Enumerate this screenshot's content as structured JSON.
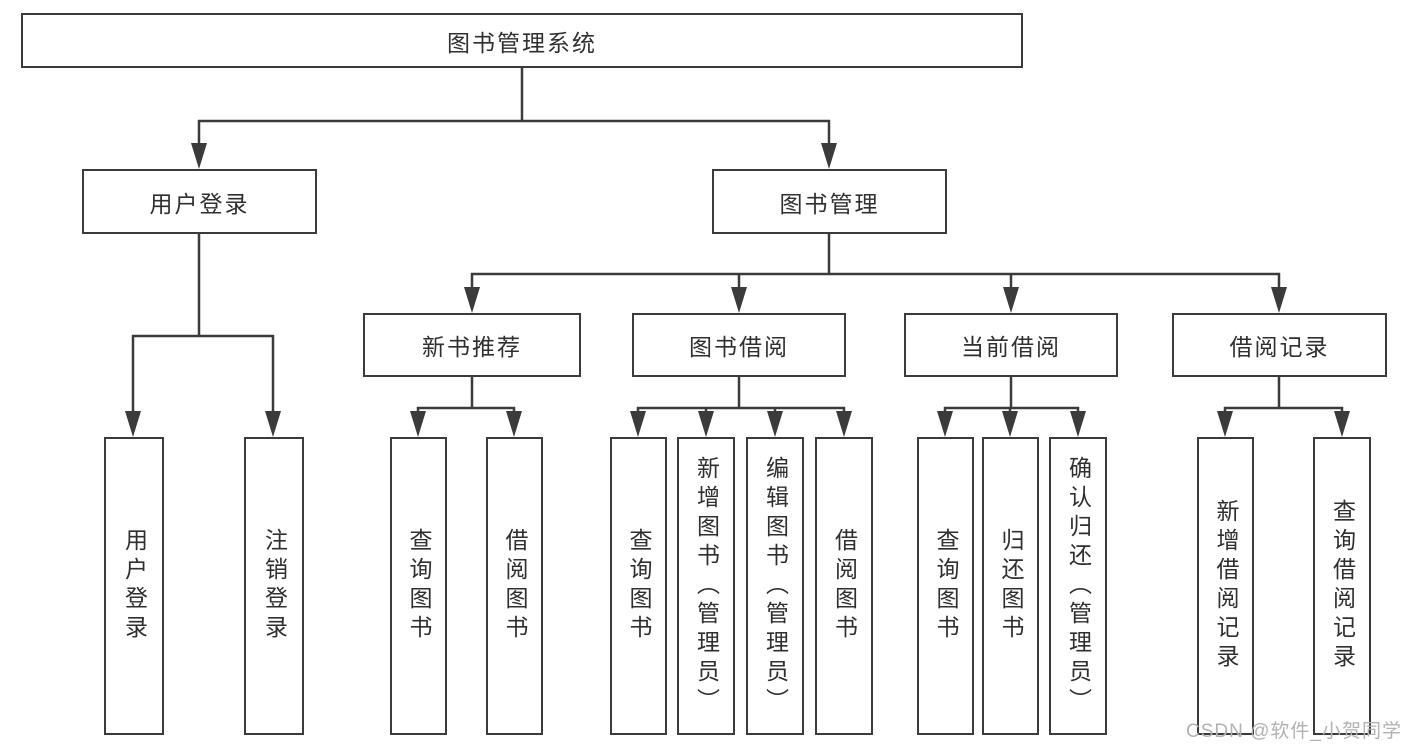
{
  "diagram": {
    "type": "hierarchy-tree",
    "title": "图书管理系统",
    "watermark": "CSDN @软件_小贺同学",
    "colors": {
      "line": "#3b3b3b",
      "box_border": "#3b3b3b",
      "text": "#2f2f2f",
      "watermark": "#b2b2b2",
      "background": "#ffffff"
    },
    "nodes": {
      "root": {
        "label": "图书管理系统"
      },
      "level2": [
        {
          "label": "用户登录",
          "parent": "图书管理系统"
        },
        {
          "label": "图书管理",
          "parent": "图书管理系统"
        }
      ],
      "level3": [
        {
          "label": "新书推荐",
          "parent": "图书管理"
        },
        {
          "label": "图书借阅",
          "parent": "图书管理"
        },
        {
          "label": "当前借阅",
          "parent": "图书管理"
        },
        {
          "label": "借阅记录",
          "parent": "图书管理"
        }
      ],
      "level4": [
        {
          "label": "用户登录",
          "parent": "用户登录"
        },
        {
          "label": "注销登录",
          "parent": "用户登录"
        },
        {
          "label": "查询图书",
          "parent": "新书推荐"
        },
        {
          "label": "借阅图书",
          "parent": "新书推荐"
        },
        {
          "label": "查询图书",
          "parent": "图书借阅"
        },
        {
          "label": "新增图书（管理员）",
          "parent": "图书借阅"
        },
        {
          "label": "编辑图书（管理员）",
          "parent": "图书借阅"
        },
        {
          "label": "借阅图书",
          "parent": "图书借阅"
        },
        {
          "label": "查询图书",
          "parent": "当前借阅"
        },
        {
          "label": "归还图书",
          "parent": "当前借阅"
        },
        {
          "label": "确认归还（管理员）",
          "parent": "当前借阅"
        },
        {
          "label": "新增借阅记录",
          "parent": "借阅记录"
        },
        {
          "label": "查询借阅记录",
          "parent": "借阅记录"
        }
      ]
    }
  }
}
